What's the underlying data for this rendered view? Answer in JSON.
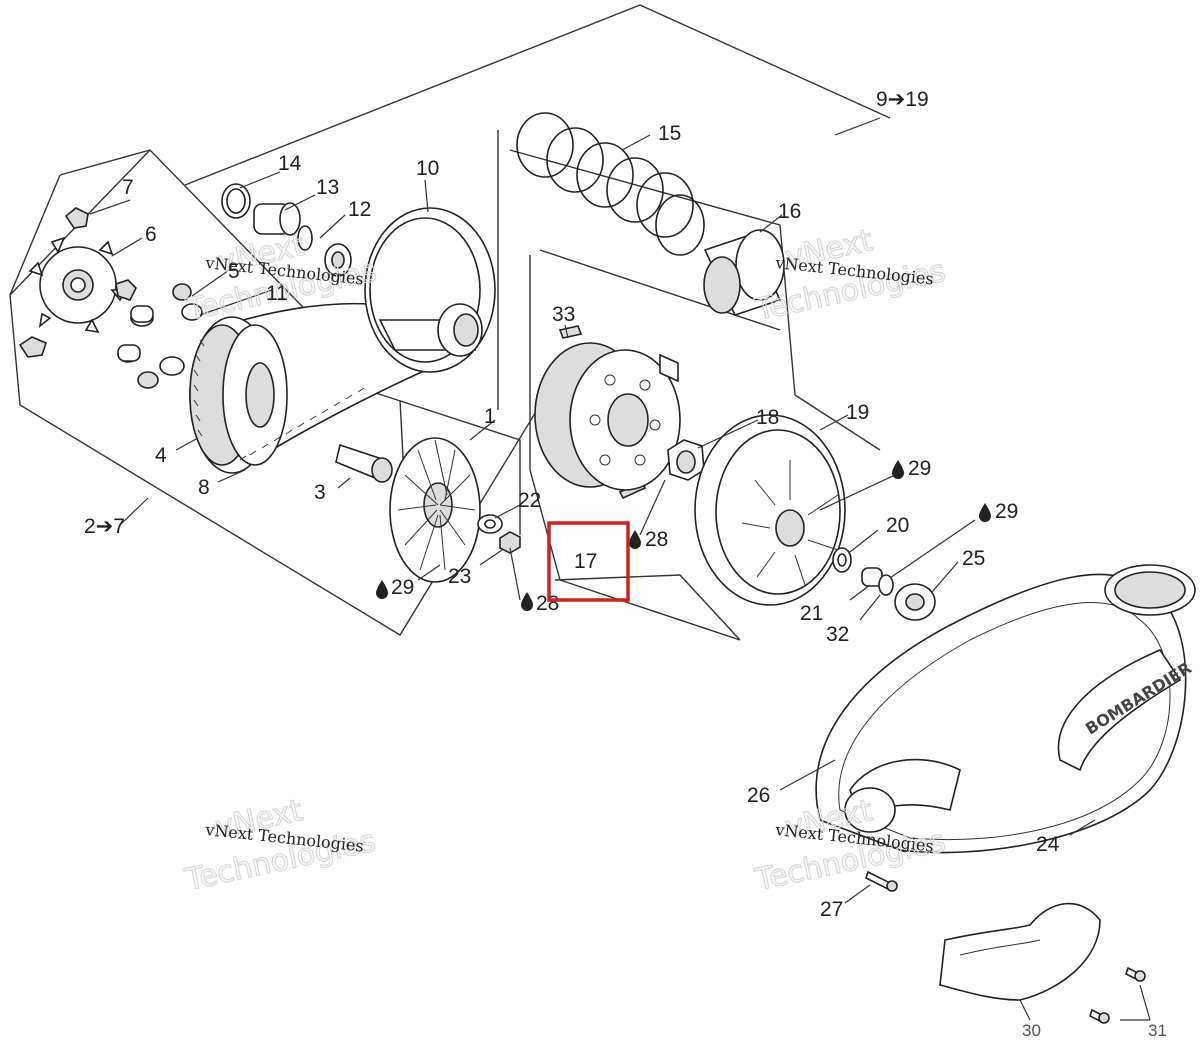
{
  "diagram": {
    "callouts": {
      "c1": "1",
      "c3": "3",
      "c4": "4",
      "c5": "5",
      "c6": "6",
      "c7": "7",
      "c8": "8",
      "c10": "10",
      "c11": "11",
      "c12": "12",
      "c13": "13",
      "c14": "14",
      "c15": "15",
      "c16": "16",
      "c17": "17",
      "c18": "18",
      "c19": "19",
      "c20": "20",
      "c21": "21",
      "c22": "22",
      "c23": "23",
      "c24": "24",
      "c25": "25",
      "c26": "26",
      "c27": "27",
      "c28a": "28",
      "c28b": "28",
      "c29a": "29",
      "c29b": "29",
      "c29c": "29",
      "c30": "30",
      "c31": "31",
      "c32": "32",
      "c33": "33",
      "group_9_19": "9➔19",
      "group_2_7": "2➔7"
    },
    "watermark": {
      "small": "vNext Technologies",
      "big_line1": "vNext",
      "big_line2": "Technologies"
    },
    "cover_brand": "BOMBARDIER",
    "highlight_color": "#d21f1f"
  }
}
